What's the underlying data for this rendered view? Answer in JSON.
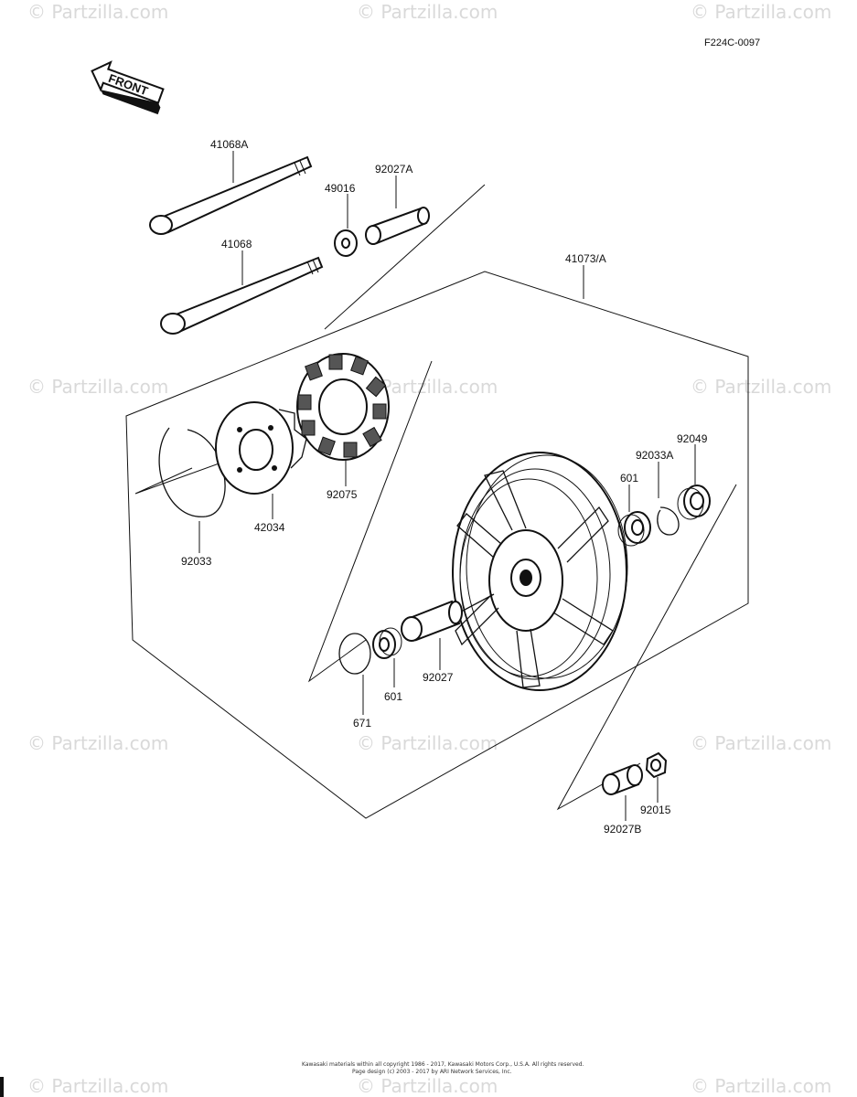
{
  "diagram_code": "F224C-0097",
  "front_label": "FRONT",
  "watermark": "© Partzilla.com",
  "parts": {
    "p41068A": "41068A",
    "p49016": "49016",
    "p92027A": "92027A",
    "p41068": "41068",
    "p41073A": "41073/A",
    "p42034": "42034",
    "p92075": "92075",
    "p92033": "92033",
    "p601a": "601",
    "p92033A": "92033A",
    "p92049": "92049",
    "p92027": "92027",
    "p601b": "601",
    "p671": "671",
    "p92015": "92015",
    "p92027B": "92027B"
  },
  "footer": {
    "line1": "Kawasaki materials within all copyright 1986 - 2017, Kawasaki Motors Corp., U.S.A.   All rights reserved.",
    "line2": "Page design (c) 2003 - 2017 by ARI Network Services, Inc."
  }
}
